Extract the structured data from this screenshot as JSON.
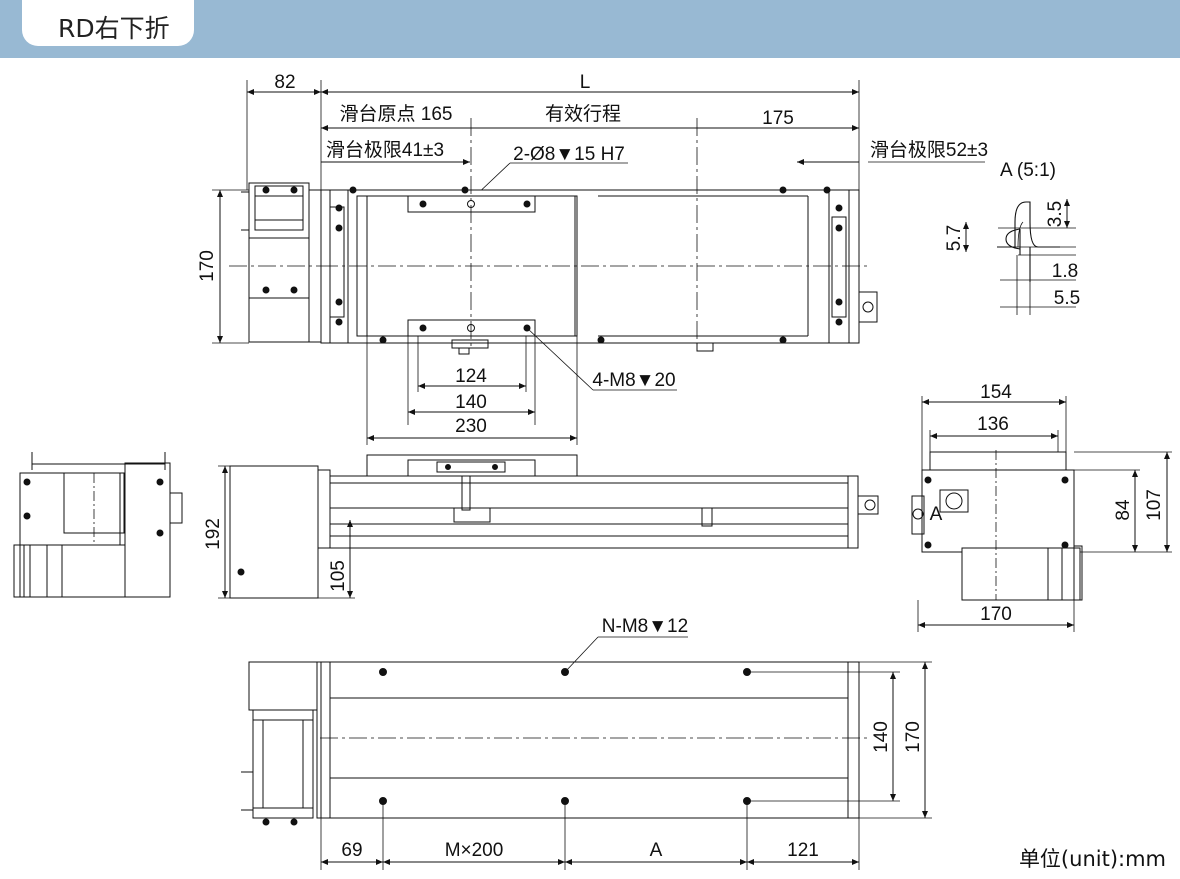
{
  "header": {
    "title": "RD右下折",
    "accent": "#98b9d3"
  },
  "unit_note": "单位(unit):mm",
  "top_view": {
    "dim_82": "82",
    "dim_L": "L",
    "origin": "滑台原点 165",
    "stroke": "有效行程",
    "dim_175": "175",
    "limit_left": "滑台极限41±3",
    "limit_right": "滑台极限52±3",
    "pin_hole": "2-Ø8▼15 H7",
    "height_170": "170",
    "dim_124": "124",
    "dim_140": "140",
    "dim_230": "230",
    "thread_4": "4-M8▼20"
  },
  "detail_a": {
    "title": "A (5:1)",
    "d57": "5.7",
    "d35": "3.5",
    "d18": "1.8",
    "d55": "5.5"
  },
  "side_view": {
    "d192": "192",
    "d105": "105"
  },
  "end_view": {
    "d154": "154",
    "d136": "136",
    "d84": "84",
    "d107": "107",
    "d170": "170",
    "mark_a": "A"
  },
  "bottom_view": {
    "thread_n": "N-M8▼12",
    "d140": "140",
    "d170": "170",
    "d69": "69",
    "mx200": "M×200",
    "A": "A",
    "d121": "121"
  }
}
